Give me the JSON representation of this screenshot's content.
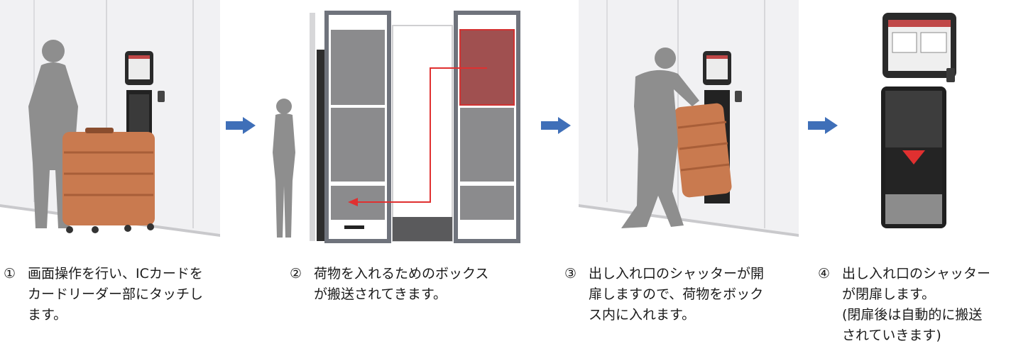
{
  "steps": [
    {
      "num": "①",
      "text": "画面操作を行い、ICカードを\nカードリーダー部にタッチし\nます。"
    },
    {
      "num": "②",
      "text": "荷物を入れるためのボックス\nが搬送されてきます。"
    },
    {
      "num": "③",
      "text": "出し入れ口のシャッターが開\n扉しますので、荷物をボック\nス内に入れます。"
    },
    {
      "num": "④",
      "text": "出し入れ口のシャッター\nが閉扉します。\n(閉扉後は自動的に搬送\nされていきます)"
    }
  ],
  "colors": {
    "arrow": "#3f6fb8",
    "highlight": "#b03a3a",
    "suitcase": "#c97a4f",
    "person": "#8e8e8e",
    "frame": "#6f737c",
    "box": "#8b8b8d"
  }
}
